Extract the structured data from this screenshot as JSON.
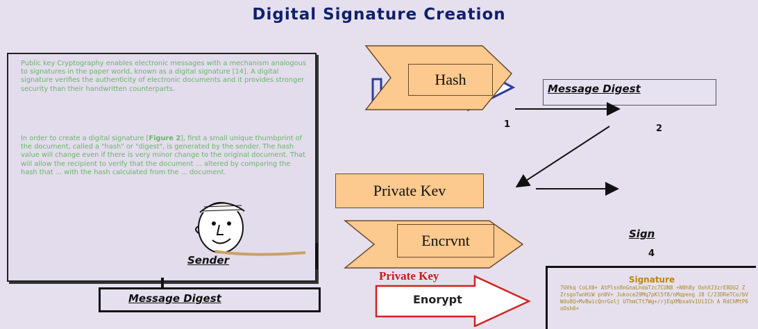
{
  "title": "Digital Signature Creation",
  "document_text": {
    "paragraph1": "Public key Cryptography enables electronic messages with a mechanism analogous to signatures in the paper world, known as a digital signature [14]. A digital signature verifies the authenticity of electronic documents and it provides stronger security than their handwritten counterparts.",
    "paragraph2_before": "In order to create a digital signature [",
    "paragraph2_ref": "Figure 2",
    "paragraph2_after": "], first a small unique thumbprint of the document, called a \"hash\" or \"digest\", is generated by the sender. The hash value will change even if there is very minor change to the original document. That will allow the recipient to verify that the document ... altered by comparing the hash that ... with the hash calculated from the ... document."
  },
  "sender_label": "Sender",
  "hash_label": "Hash",
  "message_digest_top": "Message Digest",
  "message_digest_bottom": "Message Digest",
  "private_key_box_label": "Private Kev",
  "encrypt_label": "Encrvnt",
  "private_key_red": "Private Key",
  "encrypt_red": "Enorypt",
  "step1": "1",
  "step2": "2",
  "step4": "4",
  "sign_label": "Sign",
  "signature_title": "Signature",
  "signature_text": "7UVkq CoLX0+ AtPlsn8nGnaLhdaTzc7CUN8 +N0h8y OohXJ3zrE8DU2 Z ZrsgoTwnHiW pn0V+ Jukoce29Mq7pKl5f8/nMqpeng J8 C/23DReTCo/bVWdu8Q+MvBwicQnrGolj UThmCTt7Wg+/rjEqXMbsaVv1UiICh A RdChMtP6oOsh0+"
}
